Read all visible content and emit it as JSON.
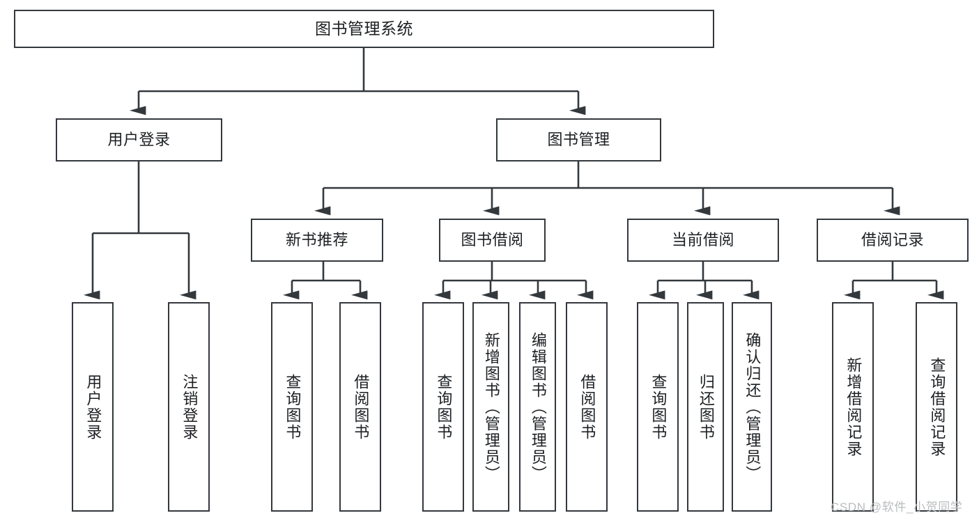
{
  "diagram": {
    "type": "hierarchy-tree",
    "title": "图书管理系统",
    "watermark": "CSDN @软件_小贺同学",
    "colors": {
      "node_border": "#33383d",
      "node_fill": "#ffffff",
      "connector": "#33383d",
      "watermark": "#b9bcbe"
    },
    "levels": {
      "root": {
        "label": "图书管理系统"
      },
      "level1": [
        {
          "id": "user-login",
          "label": "用户登录"
        },
        {
          "id": "book-management",
          "label": "图书管理"
        }
      ],
      "level2": [
        {
          "id": "new-book-recommend",
          "label": "新书推荐",
          "parent": "book-management"
        },
        {
          "id": "book-borrow",
          "label": "图书借阅",
          "parent": "book-management"
        },
        {
          "id": "current-borrow",
          "label": "当前借阅",
          "parent": "book-management"
        },
        {
          "id": "borrow-record",
          "label": "借阅记录",
          "parent": "book-management"
        }
      ],
      "leaves": [
        {
          "id": "leaf-user-login",
          "label": "用户登录",
          "parent": "user-login"
        },
        {
          "id": "leaf-logout-login",
          "label": "注销登录",
          "parent": "user-login"
        },
        {
          "id": "leaf-query-book-1",
          "label": "查询图书",
          "parent": "new-book-recommend"
        },
        {
          "id": "leaf-borrow-book-1",
          "label": "借阅图书",
          "parent": "new-book-recommend"
        },
        {
          "id": "leaf-query-book-2",
          "label": "查询图书",
          "parent": "book-borrow"
        },
        {
          "id": "leaf-add-book",
          "label": "新增图书（管理员）",
          "parent": "book-borrow"
        },
        {
          "id": "leaf-edit-book",
          "label": "编辑图书（管理员）",
          "parent": "book-borrow"
        },
        {
          "id": "leaf-borrow-book-2",
          "label": "借阅图书",
          "parent": "book-borrow"
        },
        {
          "id": "leaf-query-book-3",
          "label": "查询图书",
          "parent": "current-borrow"
        },
        {
          "id": "leaf-return-book",
          "label": "归还图书",
          "parent": "current-borrow"
        },
        {
          "id": "leaf-confirm-return",
          "label": "确认归还（管理员）",
          "parent": "current-borrow"
        },
        {
          "id": "leaf-add-record",
          "label": "新增借阅记录",
          "parent": "borrow-record"
        },
        {
          "id": "leaf-query-record",
          "label": "查询借阅记录",
          "parent": "borrow-record"
        }
      ]
    }
  }
}
